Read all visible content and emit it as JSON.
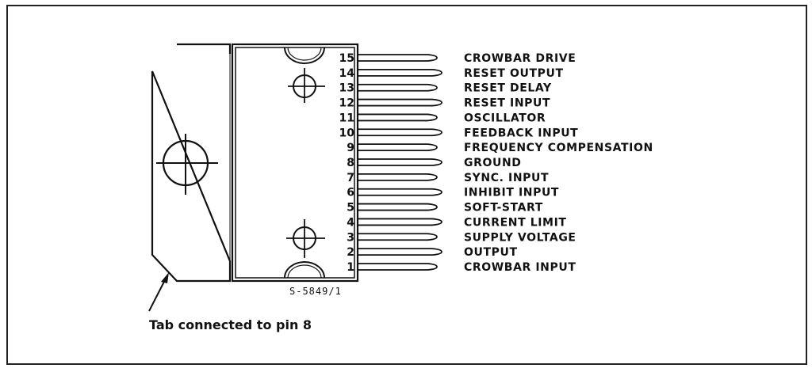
{
  "diagram": {
    "drawing_code": "S-5849/1",
    "caption": "Tab connected to pin 8",
    "pins": [
      {
        "number": "15",
        "label": "CROWBAR DRIVE"
      },
      {
        "number": "14",
        "label": "RESET OUTPUT"
      },
      {
        "number": "13",
        "label": "RESET DELAY"
      },
      {
        "number": "12",
        "label": "RESET INPUT"
      },
      {
        "number": "11",
        "label": "OSCILLATOR"
      },
      {
        "number": "10",
        "label": "FEEDBACK INPUT"
      },
      {
        "number": "9",
        "label": "FREQUENCY COMPENSATION"
      },
      {
        "number": "8",
        "label": "GROUND"
      },
      {
        "number": "7",
        "label": "SYNC. INPUT"
      },
      {
        "number": "6",
        "label": "INHIBIT INPUT"
      },
      {
        "number": "5",
        "label": "SOFT-START"
      },
      {
        "number": "4",
        "label": "CURRENT LIMIT"
      },
      {
        "number": "3",
        "label": "SUPPLY VOLTAGE"
      },
      {
        "number": "2",
        "label": "OUTPUT"
      },
      {
        "number": "1",
        "label": "CROWBAR INPUT"
      }
    ]
  }
}
